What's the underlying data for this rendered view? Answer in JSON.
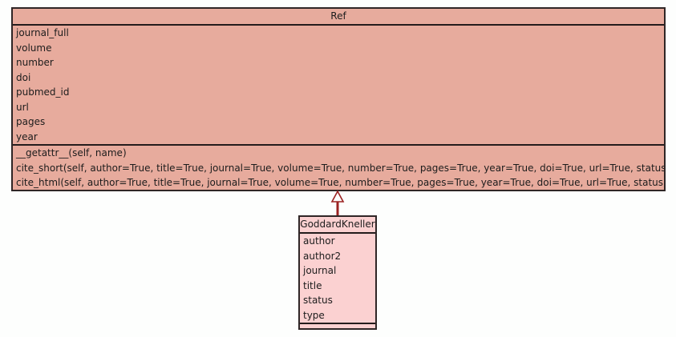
{
  "diagram": {
    "type": "uml-class-diagram",
    "background": "#fdfefd"
  },
  "palette": {
    "ref_fill": "#e7ab9d",
    "goddardkneller_fill": "#fbd1d1",
    "box_border": "#2f2626",
    "separator": "#241c1c",
    "arrow_color": "#9b2222",
    "text_color": "#1c1c1c"
  },
  "classes": [
    {
      "name": "Ref",
      "attributes": [
        "journal_full",
        "volume",
        "number",
        "doi",
        "pubmed_id",
        "url",
        "pages",
        "year"
      ],
      "methods": [
        "__getattr__(self, name)",
        "cite_short(self, author=True, title=True, journal=True, volume=True, number=True, pages=True, year=True, doi=True, url=True, status=True)",
        "cite_html(self, author=True, title=True, journal=True, volume=True, number=True, pages=True, year=True, doi=True, url=True, status=True)"
      ]
    },
    {
      "name": "GoddardKneller",
      "attributes": [
        "author",
        "author2",
        "journal",
        "title",
        "status",
        "type"
      ],
      "methods": []
    }
  ],
  "relationships": [
    {
      "from": "GoddardKneller",
      "to": "Ref",
      "type": "inheritance"
    }
  ]
}
